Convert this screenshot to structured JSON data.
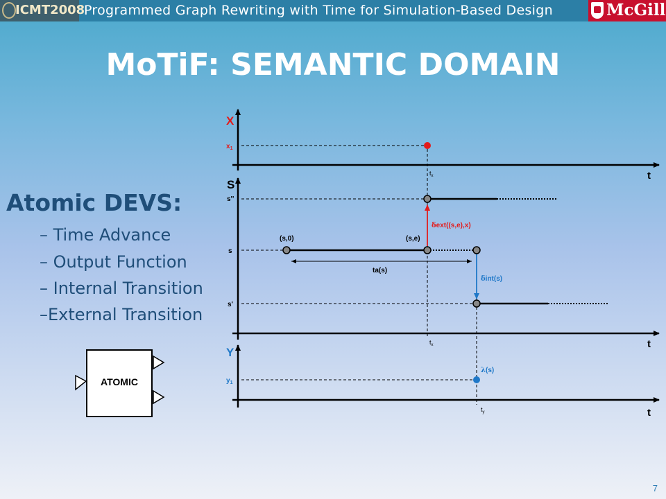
{
  "header": {
    "conference_logo_text": "ICMT2008",
    "title": "Programmed Graph Rewriting with Time for Simulation-Based Design",
    "university_logo_text": "McGill"
  },
  "slide": {
    "title": "MoTiF: SEMANTIC DOMAIN",
    "subheading": "Atomic DEVS:",
    "bullets": [
      "– Time Advance",
      "– Output Function",
      "– Internal Transition",
      "–External Transition"
    ],
    "atomic_block_label": "ATOMIC",
    "page_number": "7"
  },
  "diagram": {
    "input_panel": {
      "axis_label": "X",
      "time_label": "t",
      "value_label": "x",
      "value_subscript": "1",
      "event_time_label": "t",
      "event_time_subscript": "x"
    },
    "state_panel": {
      "axis_label": "S",
      "time_label": "t",
      "levels": [
        "s''",
        "s",
        "s'"
      ],
      "points": [
        "(s,0)",
        "(s,e)"
      ],
      "ext_transition_label": "ext((s,e),x)",
      "int_transition_label": "int(s)",
      "time_advance_label": "ta(s)",
      "event_time_label": "t",
      "event_time_subscript": "x"
    },
    "output_panel": {
      "axis_label": "Y",
      "time_label": "t",
      "value_label": "y",
      "value_subscript": "1",
      "output_label": "(s)",
      "event_time_label": "t",
      "event_time_subscript": "y"
    },
    "colors": {
      "input_event": "#e31b1b",
      "internal": "#1f78c8",
      "axis_label_red": "#e31b1b",
      "axis_label_blue": "#1f78c8",
      "node_fill": "#888888"
    }
  }
}
